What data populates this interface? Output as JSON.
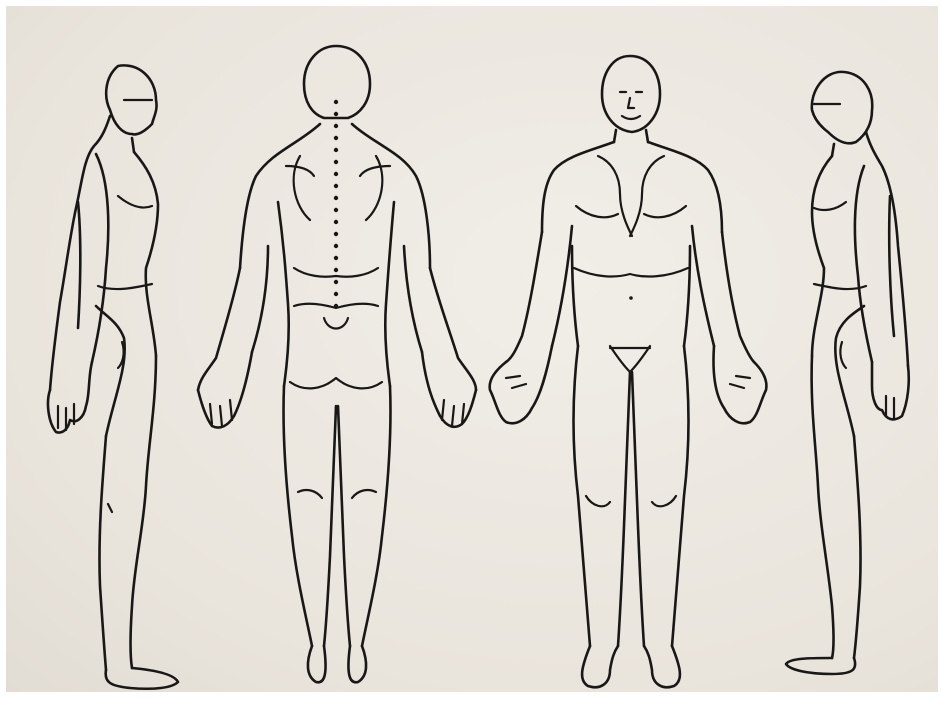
{
  "diagram": {
    "figures": [
      {
        "view": "left-side"
      },
      {
        "view": "back"
      },
      {
        "view": "front"
      },
      {
        "view": "right-side"
      }
    ],
    "paper_color": "#ebe7e0",
    "line_color": "#1a1816"
  }
}
